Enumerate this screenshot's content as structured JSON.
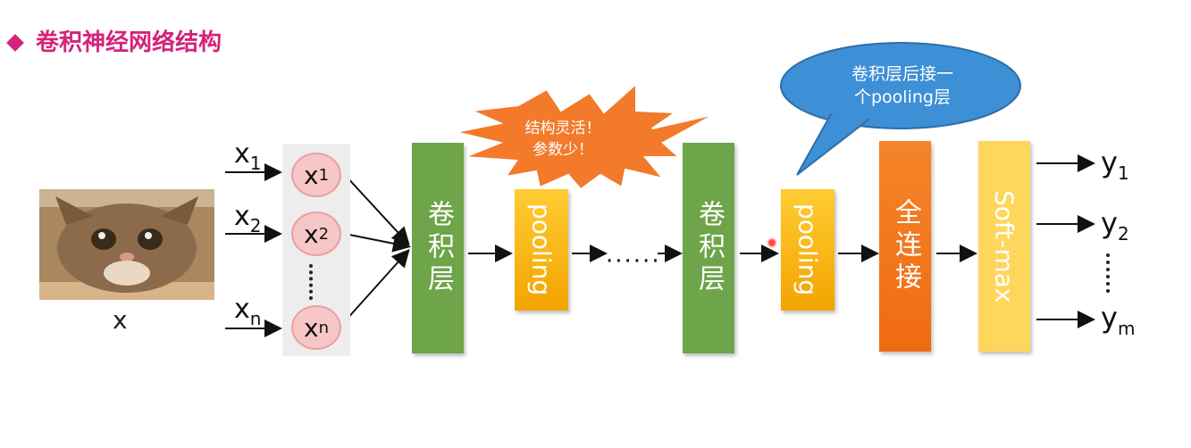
{
  "slide": {
    "title": "卷积神经网络结构"
  },
  "input": {
    "image_label": "x",
    "features": [
      {
        "base": "x",
        "sub": "1"
      },
      {
        "base": "x",
        "sub": "2"
      },
      {
        "base": "x",
        "sub": "n"
      }
    ],
    "nodes": [
      {
        "base": "x",
        "sub": "1"
      },
      {
        "base": "x",
        "sub": "2"
      },
      {
        "base": "x",
        "sub": "n"
      }
    ]
  },
  "layers": {
    "conv1": "卷积层",
    "pool1": "pooling",
    "ellipsis": "······",
    "conv2": "卷积层",
    "pool2": "pooling",
    "fc": "全连接",
    "softmax": "Soft-max"
  },
  "outputs": [
    {
      "base": "y",
      "sub": "1"
    },
    {
      "base": "y",
      "sub": "2"
    },
    {
      "base": "y",
      "sub": "m"
    }
  ],
  "callouts": {
    "burst_line1": "结构灵活！",
    "burst_line2": "参数少！",
    "bubble_line1": "卷积层后接一",
    "bubble_line2": "个pooling层"
  },
  "colors": {
    "title": "#d4237a",
    "conv": "#6ea44a",
    "pool": "#f2a400",
    "fc": "#ef6b12",
    "softmax": "#ffd65c",
    "burst": "#f27a2a",
    "bubble": "#3d8fd6",
    "node": "#f7c6c6"
  }
}
